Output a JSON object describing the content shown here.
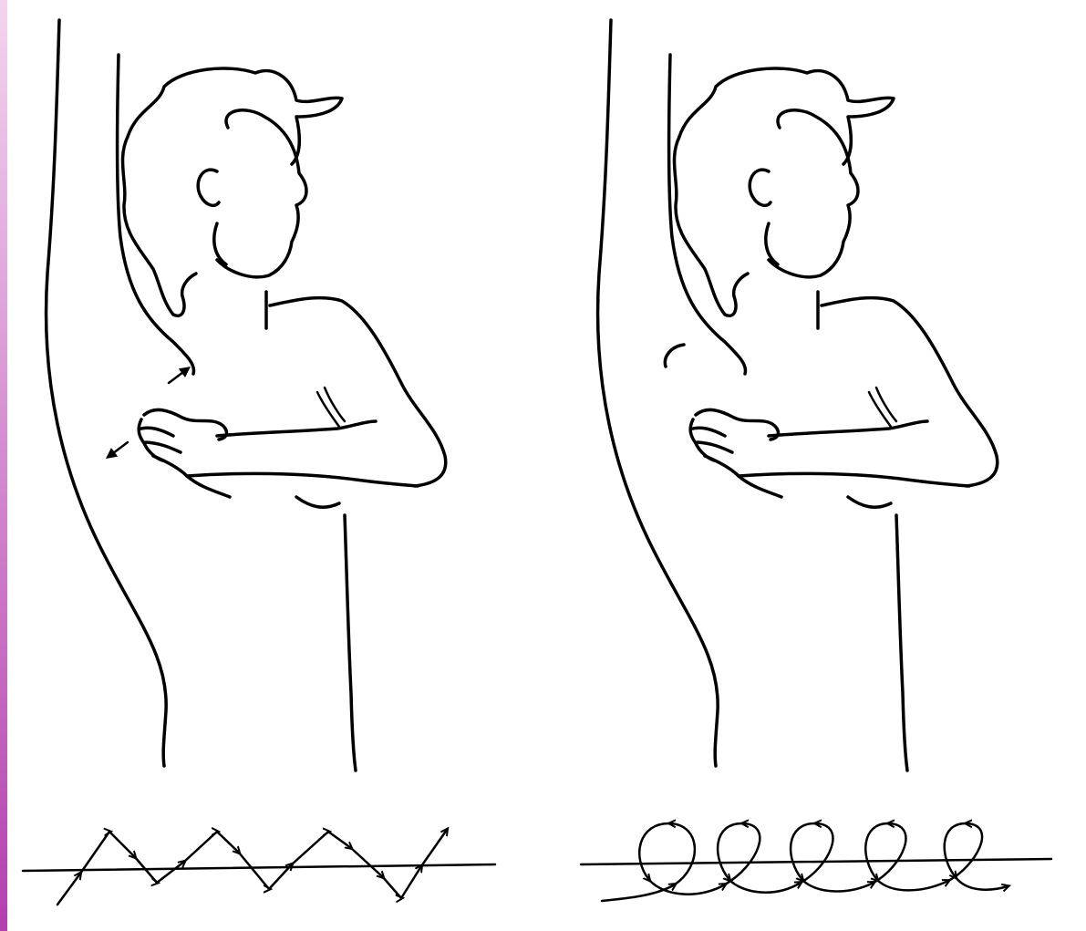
{
  "figure": {
    "panels": [
      {
        "name": "left",
        "pattern": "zigzag",
        "has_motion_arrows": true
      },
      {
        "name": "right",
        "pattern": "loops",
        "has_motion_arrows": false
      }
    ],
    "colors": {
      "ink": "#000000",
      "background": "#ffffff",
      "edge_strip_top": "#f3d4ef",
      "edge_strip_bottom": "#b43fb0"
    },
    "zigzag": {
      "peaks": 4
    },
    "loops": {
      "count": 5
    }
  }
}
